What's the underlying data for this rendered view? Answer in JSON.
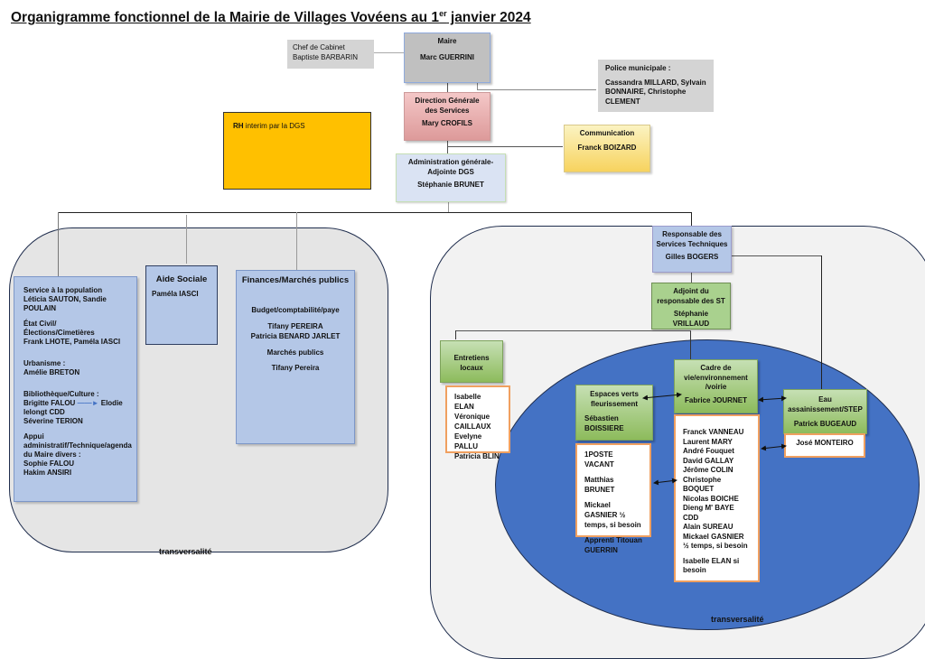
{
  "title": {
    "main": "Organigramme fonctionnel de la Mairie de Villages Vovéens au 1",
    "sup": "er",
    "end": " janvier 2024"
  },
  "chef_cabinet": {
    "role": "Chef de Cabinet",
    "name": "Baptiste BARBARIN"
  },
  "maire": {
    "role": "Maire",
    "name": "Marc GUERRINI"
  },
  "police": {
    "role": "Police municipale :",
    "names": "Cassandra MILLARD, Sylvain BONNAIRE, Christophe CLEMENT"
  },
  "dgs": {
    "role_line1": "Direction Générale",
    "role_line2": "des Services",
    "name": "Mary CROFILS"
  },
  "rh": {
    "bold": "RH",
    "text": " interim par la DGS"
  },
  "communication": {
    "role": "Communication",
    "name": "Franck BOIZARD"
  },
  "adjointe_dgs": {
    "role_line1": "Administration générale-",
    "role_line2": "Adjointe DGS",
    "name": "Stéphanie BRUNET"
  },
  "left_panel": {
    "service_population": {
      "sections": [
        {
          "heading": "Service à la population",
          "lines": [
            "Léticia SAUTON, Sandie POULAIN"
          ]
        },
        {
          "heading": "État Civil/ Élections/Cimetières",
          "lines": [
            "Frank LHOTE, Paméla IASCI"
          ]
        },
        {
          "heading": "Urbanisme :",
          "lines": [
            "Amélie BRETON"
          ]
        },
        {
          "heading": "Bibliothèque/Culture :",
          "lines": [
            "Brigitte FALOU",
            "Elodie",
            "lelongt CDD",
            "Séverine TERION"
          ]
        },
        {
          "heading": "Appui administratif/Technique/agenda du Maire divers :",
          "lines": [
            "Sophie FALOU",
            "Hakim ANSIRI"
          ]
        }
      ]
    },
    "aide_sociale": {
      "title": "Aide Sociale",
      "name": "Paméla IASCI"
    },
    "finances": {
      "title": "Finances/Marchés publics",
      "sub1": "Budget/comptabilité/paye",
      "names1": [
        "Tifany PEREIRA",
        "Patricia BENARD JARLET"
      ],
      "sub2": "Marchés publics",
      "names2": [
        "Tifany Pereira"
      ]
    },
    "footer": "transversalité"
  },
  "right_panel": {
    "responsable_st": {
      "role_line1": "Responsable des",
      "role_line2": "Services Techniques",
      "name": "Gilles BOGERS"
    },
    "adjoint_st": {
      "role_line1": "Adjoint du",
      "role_line2": "responsable des ST",
      "name": "Stéphanie VRILLAUD"
    },
    "entretiens": {
      "title": "Entretiens locaux",
      "names": [
        "Isabelle ELAN",
        "Véronique",
        "CAILLAUX",
        "Evelyne PALLU",
        "Patricia BLIN"
      ]
    },
    "espaces_verts": {
      "role_line1": "Espaces verts",
      "role_line2": "fleurissement",
      "name_line1": "Sébastien",
      "name_line2": "BOISSIERE",
      "team": [
        "1POSTE VACANT",
        "Matthias BRUNET",
        "Mickael GASNIER ½ temps, si besoin",
        "Apprenti Titouan GUERRIN"
      ]
    },
    "cadre_vie": {
      "role_line1": "Cadre de",
      "role_line2": "vie/environnement",
      "role_line3": "/voirie",
      "name": "Fabrice JOURNET",
      "team": [
        "Franck VANNEAU",
        "Laurent MARY",
        "André Fouquet",
        "David GALLAY",
        "Jérôme COLIN",
        "Christophe BOQUET",
        "Nicolas BOICHE",
        "Dieng M' BAYE CDD",
        "Alain SUREAU",
        "Mickael GASNIER ½ temps, si besoin"
      ],
      "extra": "Isabelle ELAN si besoin"
    },
    "eau": {
      "role_line1": "Eau",
      "role_line2": "assainissement/STEP",
      "name": "Patrick BUGEAUD",
      "team": [
        "José MONTEIRO"
      ]
    },
    "footer": "transversalité"
  },
  "colors": {
    "rh": "#ffc000",
    "blue_ellipse": "#4472c4",
    "service_blue": "#b4c7e7",
    "green": "#a9d18e",
    "orange_border": "#f0a060"
  }
}
